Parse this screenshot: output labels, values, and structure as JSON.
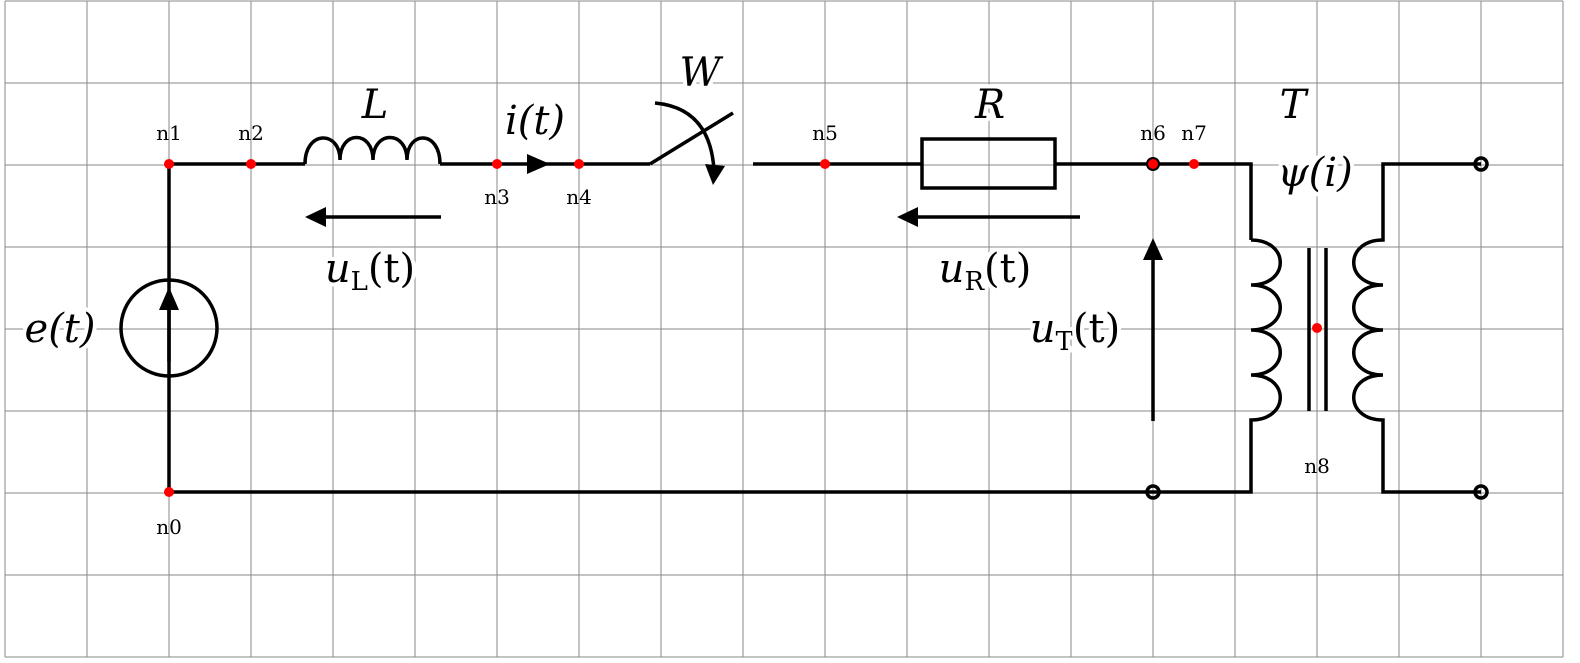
{
  "labels": {
    "L": "L",
    "i_t": "i(t)",
    "W": "W",
    "R": "R",
    "T": "T",
    "psi": "ψ(i)",
    "e_t": "e(t)",
    "uL": {
      "main": "u",
      "sub": "L",
      "arg": "(t)"
    },
    "uR": {
      "main": "u",
      "sub": "R",
      "arg": "(t)"
    },
    "uT": {
      "main": "u",
      "sub": "T",
      "arg": "(t)"
    }
  },
  "nodes": [
    "n0",
    "n1",
    "n2",
    "n3",
    "n4",
    "n5",
    "n6",
    "n7",
    "n8"
  ],
  "colors": {
    "node": "#ff0000",
    "wire": "#000000",
    "grid": "#8a8a8a"
  }
}
